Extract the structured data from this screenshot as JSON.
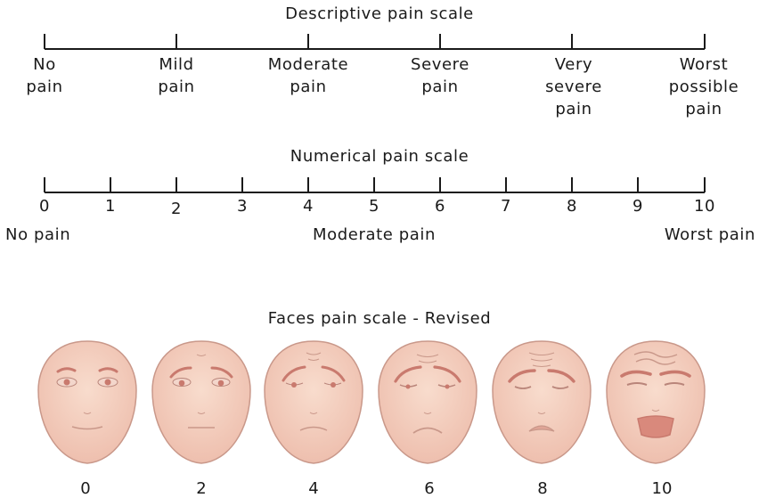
{
  "descriptive": {
    "title": "Descriptive pain scale",
    "labels": [
      {
        "lines": [
          "No",
          "pain"
        ]
      },
      {
        "lines": [
          "Mild",
          "pain"
        ]
      },
      {
        "lines": [
          "Moderate",
          "pain"
        ]
      },
      {
        "lines": [
          "Severe",
          "pain"
        ]
      },
      {
        "lines": [
          "Very",
          "severe",
          "pain"
        ]
      },
      {
        "lines": [
          "Worst",
          "possible",
          "pain"
        ]
      }
    ]
  },
  "numerical": {
    "title": "Numerical pain scale",
    "ticks": [
      "0",
      "1",
      "2",
      "3",
      "4",
      "5",
      "6",
      "7",
      "8",
      "9",
      "10"
    ],
    "anchor_left": "No pain",
    "anchor_mid": "Moderate pain",
    "anchor_right": "Worst pain"
  },
  "faces": {
    "title": "Faces pain scale - Revised",
    "scores": [
      "0",
      "2",
      "4",
      "6",
      "8",
      "10"
    ],
    "skin_color": "#f2c9b8",
    "outline_color": "#c9988a",
    "feature_color": "#c97a6e"
  }
}
